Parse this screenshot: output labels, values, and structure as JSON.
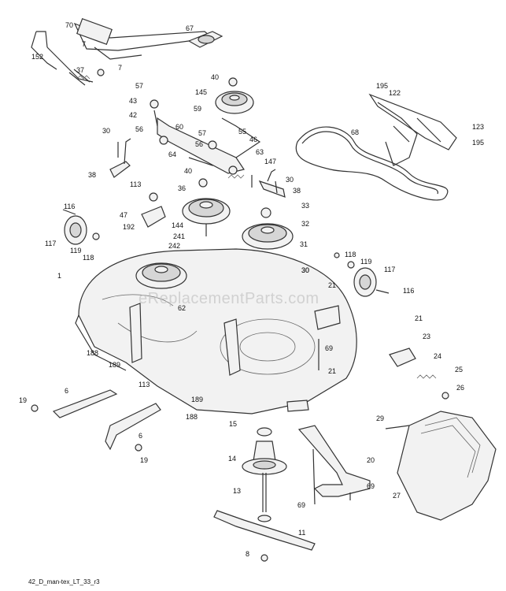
{
  "diagram": {
    "watermark": "eReplacementParts.com",
    "drawing_code": "42_D_man-tex_LT_33_r3",
    "callouts": {
      "c70": "70",
      "c67": "67",
      "c7a": "7",
      "c7b": "7",
      "c152": "152",
      "c37": "37",
      "c57a": "57",
      "c43": "43",
      "c42": "42",
      "c56a": "56",
      "c60": "60",
      "c40a": "40",
      "c145": "145",
      "c59": "59",
      "c57b": "57",
      "c55": "55",
      "c56b": "56",
      "c46": "46",
      "c64": "64",
      "c63": "63",
      "c147": "147",
      "c30a": "30",
      "c38a": "38",
      "c30b": "30",
      "c30c": "30",
      "c38b": "38",
      "c113a": "113",
      "c40b": "40",
      "c36": "36",
      "c33": "33",
      "c47": "47",
      "c192": "192",
      "c144": "144",
      "c241": "241",
      "c242": "242",
      "c32": "32",
      "c31": "31",
      "c30d": "30",
      "c116a": "116",
      "c117a": "117",
      "c119a": "119",
      "c118a": "118",
      "c1": "1",
      "c62": "62",
      "c195a": "195",
      "c122": "122",
      "c68": "68",
      "c123": "123",
      "c195b": "195",
      "c118b": "118",
      "c119b": "119",
      "c117b": "117",
      "c116b": "116",
      "c21a": "21",
      "c21b": "21",
      "c21c": "21",
      "c69a": "69",
      "c188a": "188",
      "c189a": "189",
      "c113b": "113",
      "c189b": "189",
      "c188b": "188",
      "c23": "23",
      "c24": "24",
      "c25": "25",
      "c26": "26",
      "c19a": "19",
      "c6a": "6",
      "c6b": "6",
      "c19b": "19",
      "c15": "15",
      "c14": "14",
      "c29": "29",
      "c20": "20",
      "c69b": "69",
      "c69c": "69",
      "c27": "27",
      "c13": "13",
      "c11": "11",
      "c8": "8"
    }
  }
}
